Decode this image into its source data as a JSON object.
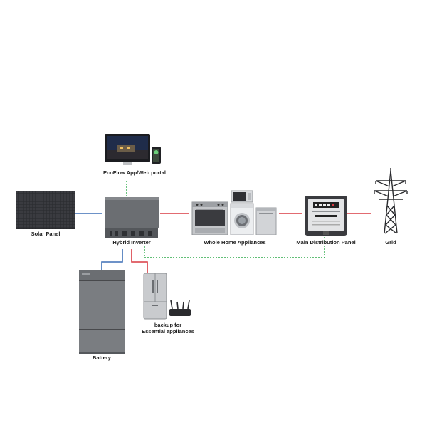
{
  "colors": {
    "dc_line": "#3d6fb5",
    "ac_line": "#d93a42",
    "comm_line": "#2eaa4a",
    "device_dark": "#5a5d61",
    "device_mid": "#7c7f83"
  },
  "nodes": {
    "app": {
      "label": "EcoFlow App/Web portal",
      "icon": "monitor-and-phone-icon"
    },
    "solar": {
      "label": "Solar Panel",
      "icon": "solar-panel-icon"
    },
    "inverter": {
      "label": "Hybrid Inverter",
      "icon": "inverter-icon"
    },
    "appliances": {
      "label": "Whole Home Appliances",
      "icon": "home-appliances-icon"
    },
    "panel": {
      "label": "Main Distribution Panel",
      "icon": "electric-meter-icon"
    },
    "grid": {
      "label": "Grid",
      "icon": "transmission-tower-icon"
    },
    "battery": {
      "label": "Battery",
      "icon": "battery-stack-icon"
    },
    "essential": {
      "label_line1": "backup for",
      "label_line2": "Essential appliances",
      "icon": "fridge-and-router-icon"
    }
  },
  "connections": [
    {
      "from": "solar",
      "to": "inverter",
      "type": "dc"
    },
    {
      "from": "inverter",
      "to": "appliances",
      "type": "ac"
    },
    {
      "from": "appliances",
      "to": "panel",
      "type": "ac"
    },
    {
      "from": "panel",
      "to": "grid",
      "type": "ac"
    },
    {
      "from": "inverter",
      "to": "battery",
      "type": "dc"
    },
    {
      "from": "inverter",
      "to": "essential",
      "type": "ac"
    },
    {
      "from": "app",
      "to": "inverter",
      "type": "comm"
    },
    {
      "from": "inverter",
      "to": "panel",
      "type": "comm"
    }
  ]
}
